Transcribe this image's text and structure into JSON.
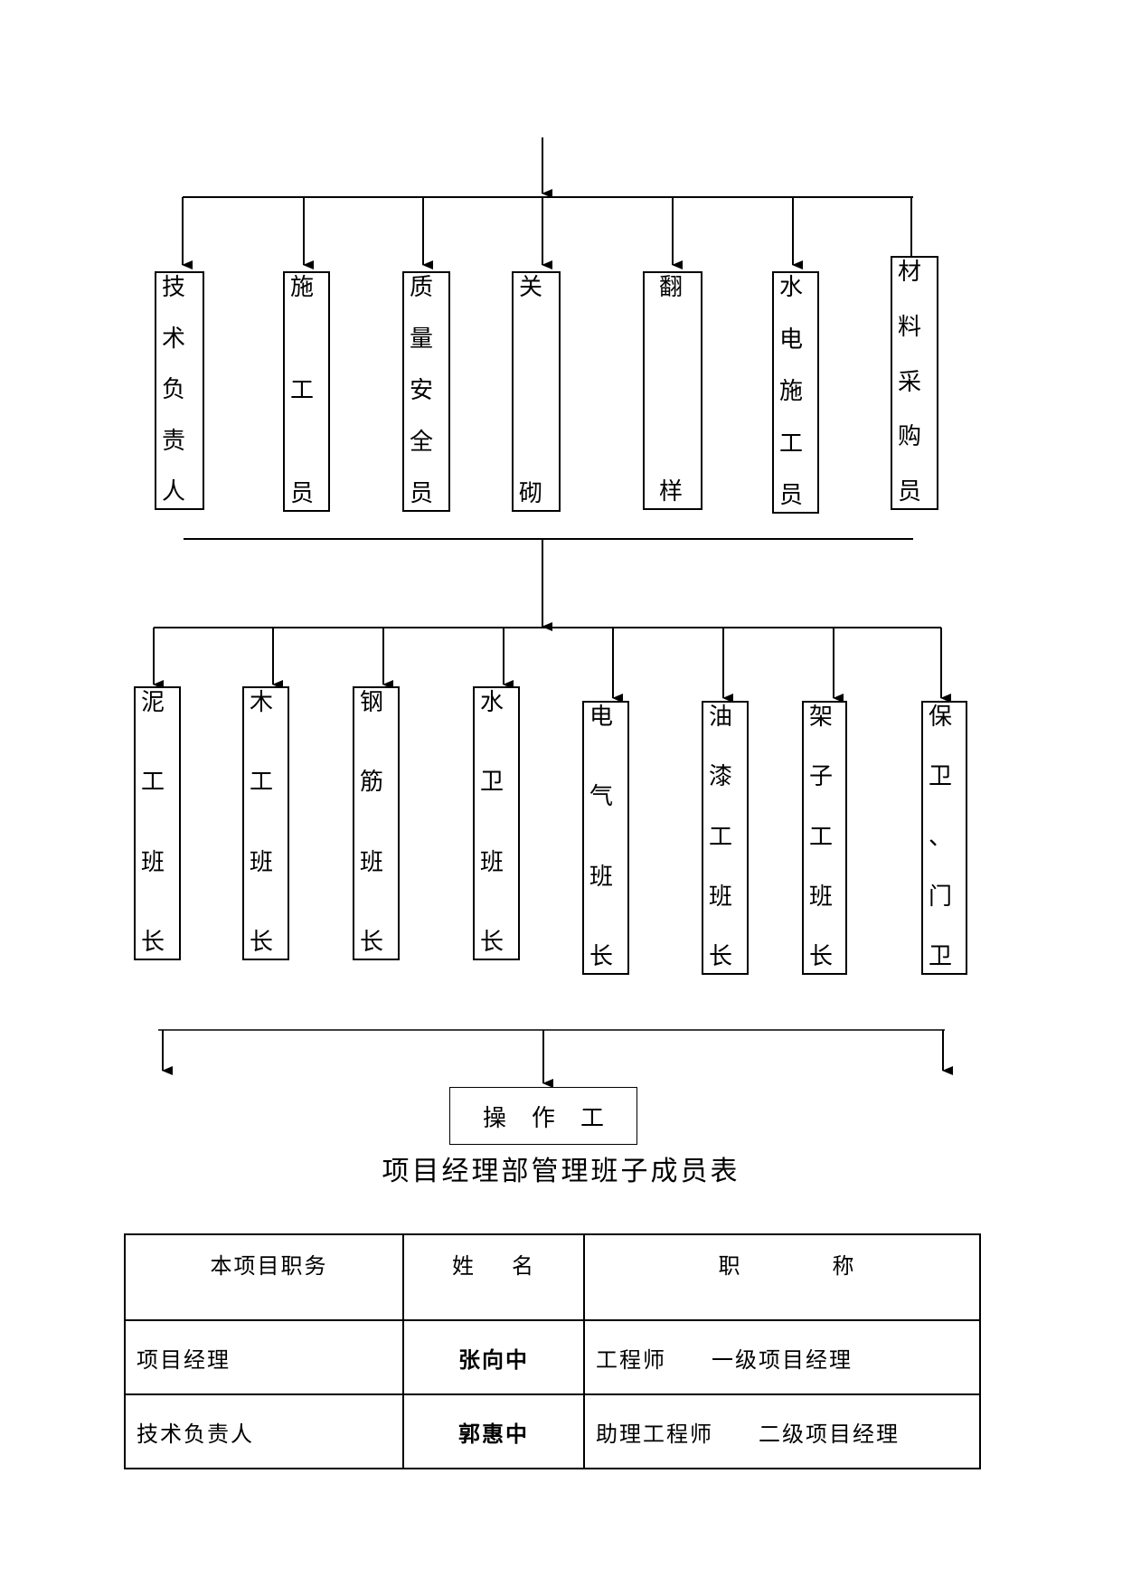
{
  "row1_boxes": [
    {
      "id": "tech-lead",
      "chars": [
        "技",
        "术",
        "负",
        "责",
        "人"
      ]
    },
    {
      "id": "construction-staff",
      "chars": [
        "施",
        "工",
        "员"
      ]
    },
    {
      "id": "quality-safety",
      "chars": [
        "质",
        "量",
        "安",
        "全",
        "员"
      ]
    },
    {
      "id": "guan-qi",
      "chars": [
        "关",
        "砌"
      ]
    },
    {
      "id": "fan-yang",
      "chars": [
        "翻",
        "样"
      ]
    },
    {
      "id": "water-electric",
      "chars": [
        "水",
        "电",
        "施",
        "工",
        "员"
      ]
    },
    {
      "id": "materials-purchasing",
      "chars": [
        "材",
        "料",
        "采",
        "购",
        "员"
      ]
    }
  ],
  "row2_boxes": [
    {
      "id": "masonry-foreman",
      "chars": [
        "泥",
        "工",
        "班",
        "长"
      ]
    },
    {
      "id": "carpentry-foreman",
      "chars": [
        "木",
        "工",
        "班",
        "长"
      ]
    },
    {
      "id": "rebar-foreman",
      "chars": [
        "钢",
        "筋",
        "班",
        "长"
      ]
    },
    {
      "id": "plumbing-foreman",
      "chars": [
        "水",
        "卫",
        "班",
        "长"
      ]
    },
    {
      "id": "electrical-foreman",
      "chars": [
        "电",
        "气",
        "班",
        "长"
      ]
    },
    {
      "id": "painting-foreman",
      "chars": [
        "油",
        "漆",
        "工",
        "班",
        "长"
      ]
    },
    {
      "id": "scaffold-foreman",
      "chars": [
        "架",
        "子",
        "工",
        "班",
        "长"
      ]
    },
    {
      "id": "security-guard",
      "chars": [
        "保",
        "卫",
        "、",
        "门",
        "卫"
      ]
    }
  ],
  "operator_box": {
    "chars": [
      "操",
      "作",
      "工"
    ]
  },
  "table_title": "项目经理部管理班子成员表",
  "table": {
    "headers": {
      "role": "本项目职务",
      "name_a": "姓",
      "name_b": "名",
      "title_a": "职",
      "title_b": "称"
    },
    "rows": [
      {
        "role": "项目经理",
        "name": "张向中",
        "title": "工程师",
        "grade": "一级项目经理"
      },
      {
        "role": "技术负责人",
        "name": "郭惠中",
        "title": "助理工程师",
        "grade": "二级项目经理"
      }
    ]
  }
}
